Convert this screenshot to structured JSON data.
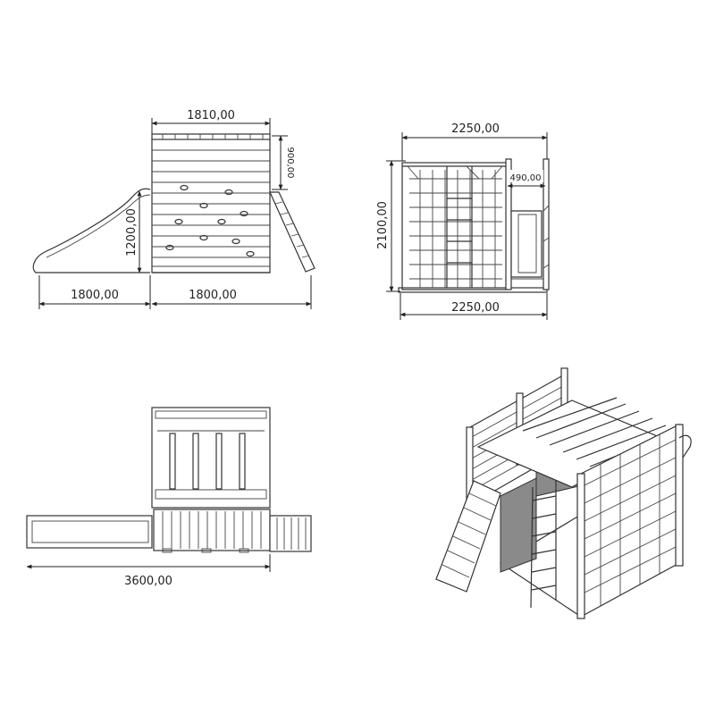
{
  "front_view": {
    "dim_width_top": "1810,00",
    "dim_height_right": "900,00",
    "dim_height_left": "1200,00",
    "dim_slide_length": "1800,00",
    "dim_base_length": "1800,00"
  },
  "side_view": {
    "dim_width_top": "2250,00",
    "dim_height": "2100,00",
    "dim_slide_width": "490,00",
    "dim_width_bottom": "2250,00"
  },
  "top_view": {
    "dim_total_length": "3600,00"
  }
}
